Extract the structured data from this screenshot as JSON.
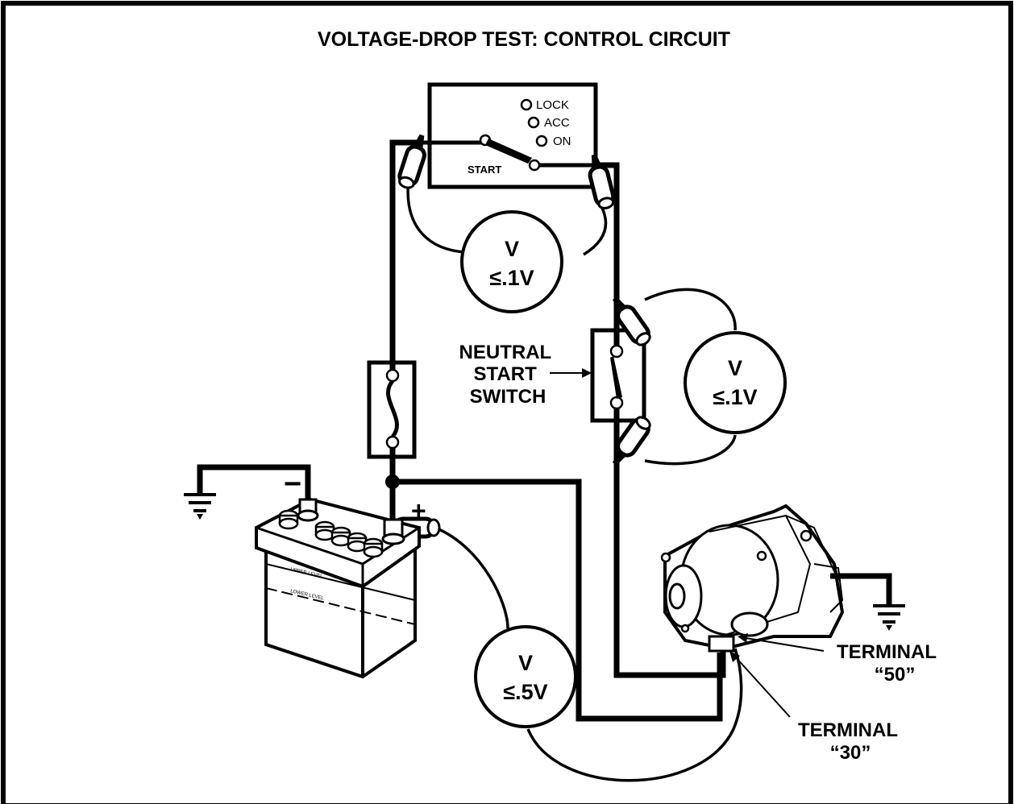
{
  "title": "VOLTAGE-DROP TEST: CONTROL CIRCUIT",
  "ignition_switch": {
    "positions": [
      "LOCK",
      "ACC",
      "ON"
    ],
    "start_label": "START"
  },
  "neutral_switch_label": [
    "NEUTRAL",
    "START",
    "SWITCH"
  ],
  "meters": [
    {
      "symbol": "V",
      "reading": "≤.1V"
    },
    {
      "symbol": "V",
      "reading": "≤.1V"
    },
    {
      "symbol": "V",
      "reading": "≤.5V"
    }
  ],
  "battery": {
    "negative": "−",
    "positive": "+",
    "upper_level": "UPPER LEVEL",
    "lower_level": "LOWER LEVEL"
  },
  "terminals": [
    {
      "name": "TERMINAL",
      "number": "“50”"
    },
    {
      "name": "TERMINAL",
      "number": "“30”"
    }
  ]
}
